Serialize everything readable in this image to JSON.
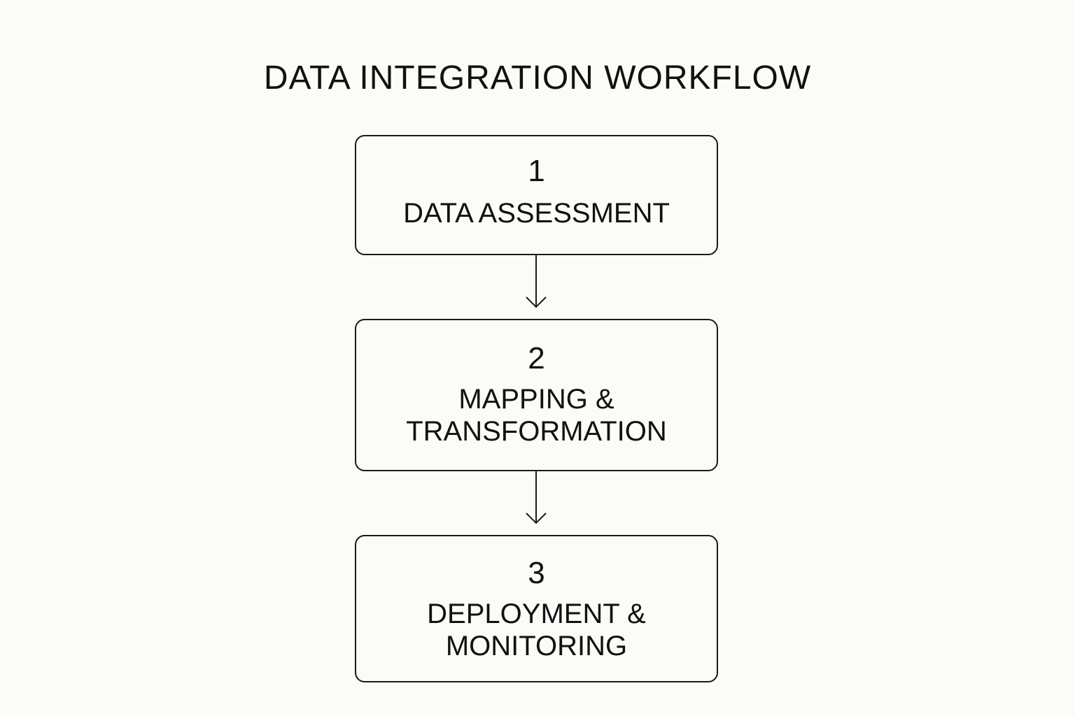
{
  "diagram": {
    "title": "DATA INTEGRATION WORKFLOW",
    "steps": [
      {
        "number": "1",
        "label": "DATA ASSESSMENT"
      },
      {
        "number": "2",
        "label": "MAPPING &\nTRANSFORMATION"
      },
      {
        "number": "3",
        "label": "DEPLOYMENT &\nMONITORING"
      }
    ],
    "colors": {
      "background": "#fbfbf7",
      "stroke": "#1a1a1a",
      "text": "#111111"
    }
  }
}
